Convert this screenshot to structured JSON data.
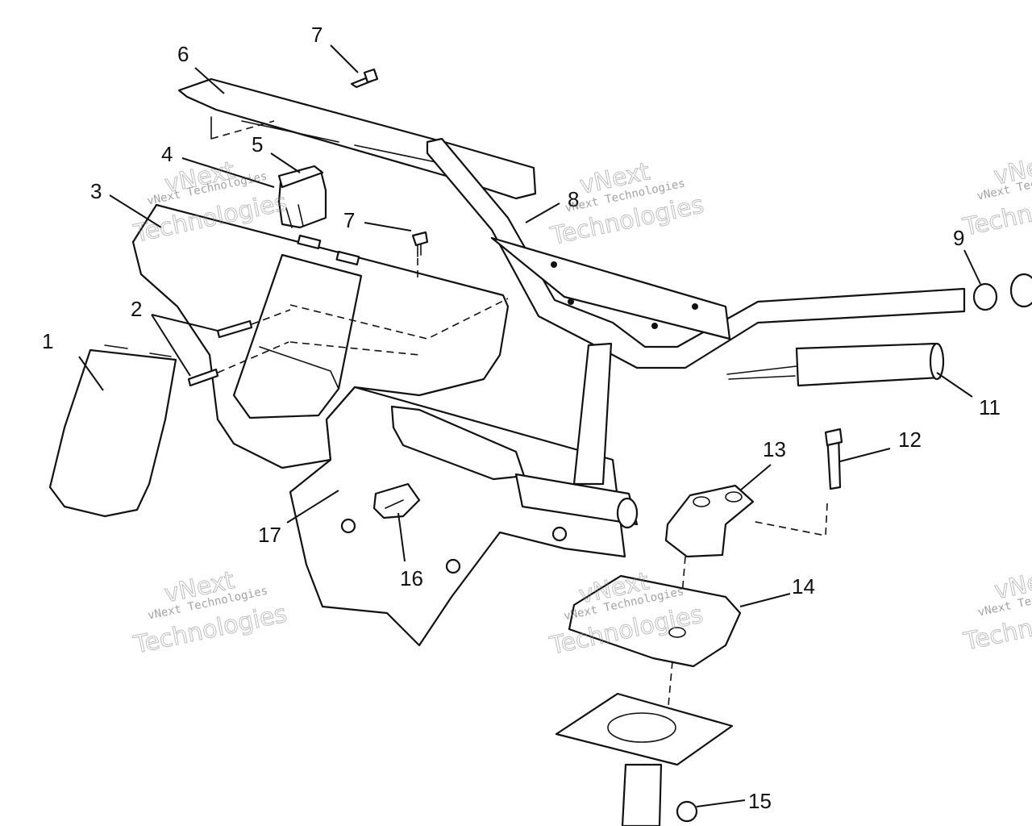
{
  "watermark": {
    "line1": "vNext Technologies",
    "line2": "vNext",
    "line3": "Technologies"
  },
  "callouts": {
    "c1": "1",
    "c2": "2",
    "c3": "3",
    "c4": "4",
    "c5": "5",
    "c6": "6",
    "c7a": "7",
    "c7b": "7",
    "c8": "8",
    "c9": "9",
    "c11": "11",
    "c12": "12",
    "c13": "13",
    "c14": "14",
    "c15": "15",
    "c16": "16",
    "c17": "17"
  }
}
